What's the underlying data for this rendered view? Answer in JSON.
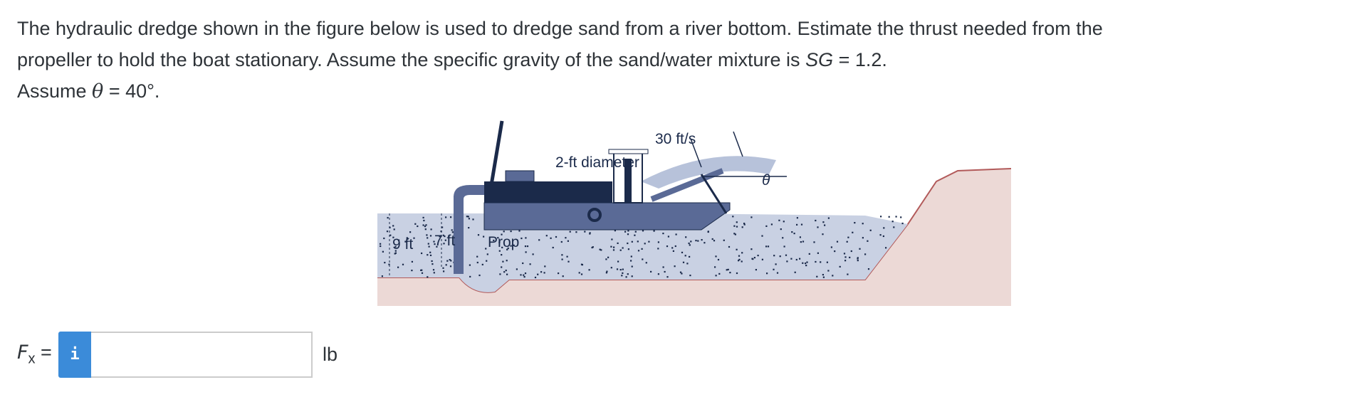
{
  "question": {
    "line1": "The hydraulic dredge shown in the figure below is used to dredge sand from a river bottom. Estimate the thrust needed from the",
    "line2_a": "propeller to hold the boat stationary. Assume the specific gravity of the sand/water mixture is ",
    "line2_sg": "SG",
    "line2_b": " = 1.2.",
    "line3_a": "Assume ",
    "line3_theta": "θ",
    "line3_b": " =  40°."
  },
  "figure": {
    "labels": {
      "diameter": "2-ft diameter",
      "velocity": "30 ft/s",
      "angle": "θ",
      "depth_total": "9 ft",
      "depth_pipe": "7 ft",
      "prop": "Prop"
    },
    "colors": {
      "water": "#c9d1e3",
      "boat": "#5a6a96",
      "dark": "#1b2a4a",
      "ground": "#ecd9d6",
      "ground_edge": "#b25a5a",
      "jet": "#b7c2da"
    }
  },
  "answer": {
    "label_var": "F",
    "label_sub": "x",
    "label_eq": " =",
    "info_icon_glyph": "i",
    "value": "",
    "unit": "lb"
  }
}
